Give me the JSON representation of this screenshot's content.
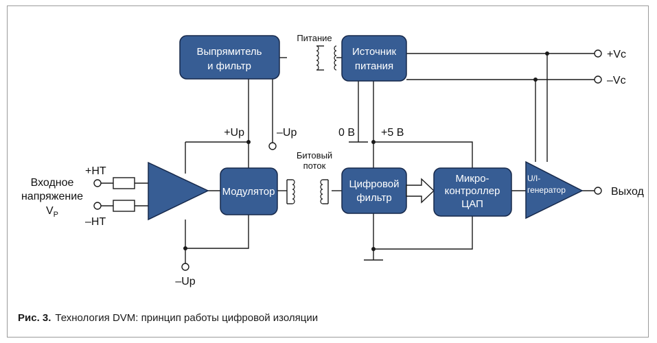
{
  "blocks": {
    "rectifier": [
      "Выпрямитель",
      "и фильтр"
    ],
    "power_supply": [
      "Источник",
      "питания"
    ],
    "modulator": "Модулятор",
    "digital_filter": [
      "Цифровой",
      "фильтр"
    ],
    "microcontroller": [
      "Микро-",
      "контроллер",
      "ЦАП"
    ],
    "ui_generator": [
      "U/I-",
      "генератор"
    ]
  },
  "labels": {
    "power": "Питание",
    "bitstream": [
      "Битовый",
      "поток"
    ],
    "plus_up": "+Up",
    "minus_up_top": "–Up",
    "minus_up_bottom": "–Up",
    "zero_v": "0 В",
    "plus_5v": "+5 В",
    "plus_vc": "+Vc",
    "minus_vc": "–Vc",
    "output": "Выход",
    "plus_ht": "+HT",
    "minus_ht": "–HT",
    "input_line1": "Входное",
    "input_line2": "напряжение",
    "input_v": "V",
    "input_v_sub": "P"
  },
  "caption": {
    "prefix": "Рис. 3.",
    "text": "Технология DVM: принцип работы цифровой изоляции"
  },
  "colors": {
    "block_fill": "#375d94",
    "block_border": "#16284a"
  }
}
